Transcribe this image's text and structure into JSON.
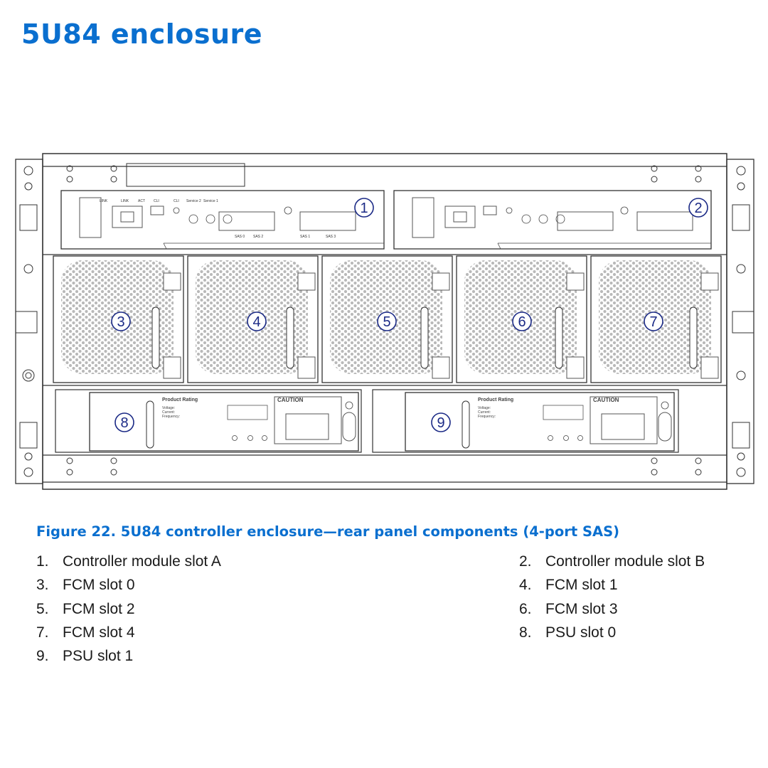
{
  "page": {
    "title": "5U84 enclosure",
    "figure_caption": "Figure 22. 5U84 controller enclosure—rear panel components (4-port SAS)"
  },
  "diagram": {
    "callouts": [
      "1",
      "2",
      "3",
      "4",
      "5",
      "6",
      "7",
      "8",
      "9"
    ],
    "controller_port_labels": [
      "LINK",
      "ACT",
      "CLI",
      "CLI",
      "Service 2",
      "Service 1",
      "SAS 0",
      "SAS 1",
      "SAS 2",
      "SAS 3"
    ],
    "psu_labels": {
      "product_rating": "Product Rating",
      "caution": "CAUTION",
      "voltage": "Voltage:",
      "current": "Current:",
      "frequency": "Frequency:"
    }
  },
  "legend": [
    {
      "num": "1.",
      "label": "Controller module slot A"
    },
    {
      "num": "2.",
      "label": "Controller module slot B"
    },
    {
      "num": "3.",
      "label": "FCM slot 0"
    },
    {
      "num": "4.",
      "label": "FCM slot 1"
    },
    {
      "num": "5.",
      "label": "FCM slot 2"
    },
    {
      "num": "6.",
      "label": "FCM slot 3"
    },
    {
      "num": "7.",
      "label": "FCM slot 4"
    },
    {
      "num": "8.",
      "label": "PSU slot 0"
    },
    {
      "num": "9.",
      "label": "PSU slot 1"
    }
  ]
}
